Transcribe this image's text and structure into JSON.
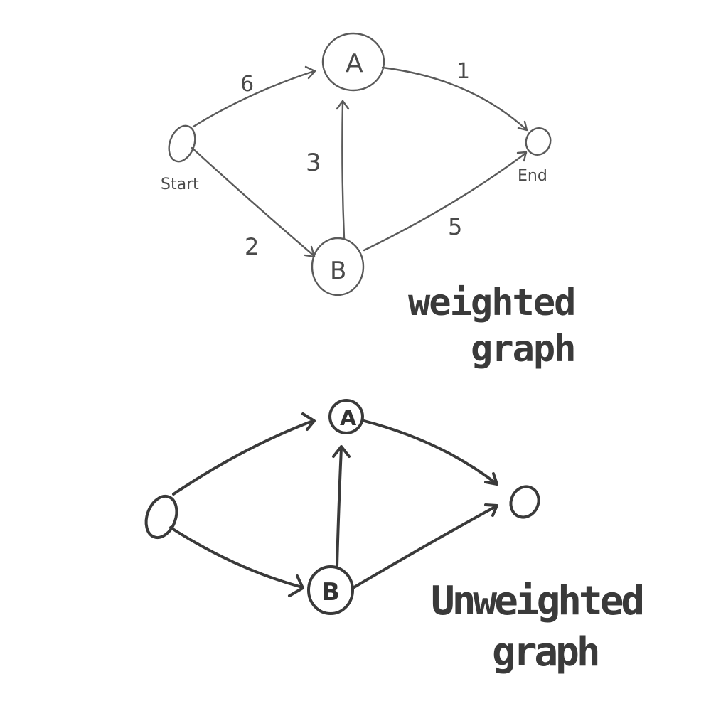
{
  "weighted": {
    "node_labels": {
      "a": "A",
      "b": "B",
      "start": "Start",
      "end": "End"
    },
    "edge_weights": {
      "start_a": "6",
      "a_end": "1",
      "b_a": "3",
      "start_b": "2",
      "b_end": "5"
    },
    "title_line1": "weighted",
    "title_line2": "graph"
  },
  "unweighted": {
    "node_labels": {
      "a": "A",
      "b": "B"
    },
    "title_line1": "Unweighted",
    "title_line2": "graph"
  },
  "colors": {
    "ink_light": "#5a5a5a",
    "ink_dark": "#3a3a3a",
    "background": "#ffffff"
  }
}
